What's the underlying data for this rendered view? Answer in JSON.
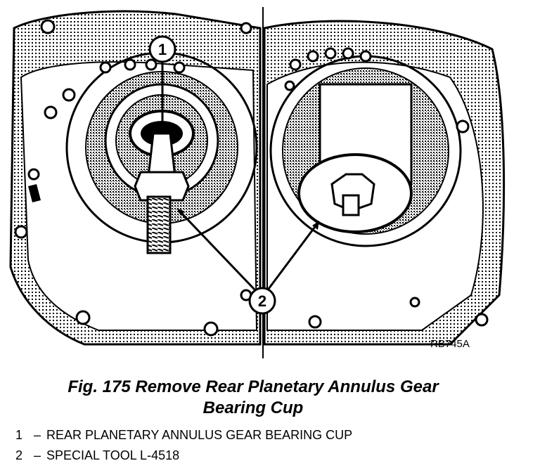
{
  "figure": {
    "callouts": [
      "1",
      "2"
    ],
    "reference_code": "RB745A"
  },
  "caption": {
    "line1": "Fig. 175 Remove Rear Planetary Annulus Gear",
    "line2": "Bearing Cup"
  },
  "legend": [
    {
      "number": "1",
      "separator": "–",
      "text": "REAR PLANETARY ANNULUS GEAR BEARING CUP"
    },
    {
      "number": "2",
      "separator": "–",
      "text": "SPECIAL TOOL L-4518"
    }
  ]
}
